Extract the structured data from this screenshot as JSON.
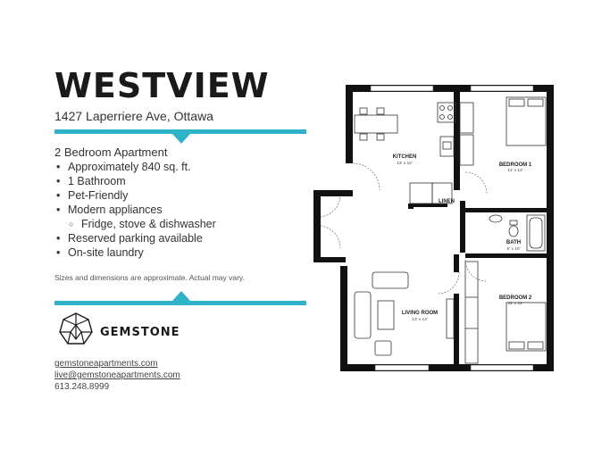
{
  "property": {
    "name": "WESTVIEW",
    "address": "1427 Laperriere Ave, Ottawa"
  },
  "details": {
    "apartment_type": "2 Bedroom Apartment",
    "features": [
      "Approximately 840 sq. ft.",
      "1 Bathroom",
      "Pet-Friendly",
      "Modern appliances",
      "Fridge, stove & dishwasher",
      "Reserved parking available",
      "On-site laundry"
    ],
    "disclaimer": "Sizes and dimensions are approximate. Actual may vary."
  },
  "brand": {
    "name": "GEMSTONE",
    "accent_color": "#2fb3c9"
  },
  "contact": {
    "website": "gemstoneapartments.com",
    "email": "live@gemstoneapartments.com",
    "phone": "613.248.8999"
  },
  "floorplan": {
    "kitchen": {
      "name": "KITCHEN",
      "dims": "13' x 12'"
    },
    "bedroom1": {
      "name": "BEDROOM 1",
      "dims": "11' x 12'"
    },
    "linen": {
      "name": "LINEN"
    },
    "bath": {
      "name": "BATH",
      "dims": "5' x 10'"
    },
    "living": {
      "name": "LIVING ROOM",
      "dims": "13' x 13'"
    },
    "bedroom2": {
      "name": "BEDROOM 2",
      "dims": "11' x 11'"
    }
  }
}
